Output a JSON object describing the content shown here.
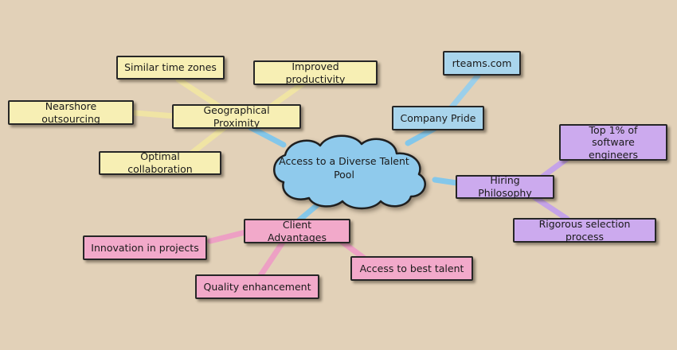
{
  "diagram": {
    "title": "Access to a Diverse Talent Pool",
    "type": "mind-map",
    "background_color": "#e2d1b8",
    "central": {
      "label": "Access to a Diverse Talent Pool",
      "shape": "cloud",
      "color": "#a9d5ec"
    },
    "branches": [
      {
        "hub": "Geographical Proximity",
        "color": "#f7efb4",
        "children": [
          "Similar time zones",
          "Nearshore outsourcing",
          "Optimal collaboration",
          "Improved productivity"
        ]
      },
      {
        "hub": "Company Pride",
        "color": "#a9d5ec",
        "children": [
          "rteams.com"
        ]
      },
      {
        "hub": "Hiring Philosophy",
        "color": "#ccaaee",
        "children": [
          "Top 1% of software engineers",
          "Rigorous selection process"
        ]
      },
      {
        "hub": "Client Advantages",
        "color": "#f2a9ca",
        "children": [
          "Innovation in projects",
          "Quality enhancement",
          "Access to best talent"
        ]
      }
    ],
    "nodes": {
      "similar_time_zones": "Similar time zones",
      "improved_productivity": "Improved productivity",
      "rteams_com": "rteams.com",
      "nearshore_outsourcing": "Nearshore outsourcing",
      "geographical_proximity": "Geographical Proximity",
      "company_pride": "Company Pride",
      "top_one_percent": "Top 1% of software engineers",
      "optimal_collaboration": "Optimal collaboration",
      "central_cloud": "Access to a Diverse Talent Pool",
      "hiring_philosophy": "Hiring Philosophy",
      "client_advantages": "Client Advantages",
      "rigorous_selection": "Rigorous selection process",
      "innovation_in_projects": "Innovation in projects",
      "access_best_talent": "Access to best talent",
      "quality_enhancement": "Quality enhancement"
    }
  }
}
